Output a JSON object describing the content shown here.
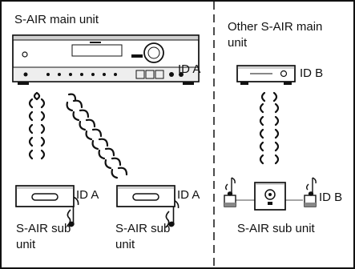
{
  "main_panel": {
    "title": "S-AIR main unit",
    "main_unit_id": "ID A",
    "sub_units": [
      {
        "id_label": "ID A",
        "caption_line1": "S-AIR sub",
        "caption_line2": "unit"
      },
      {
        "id_label": "ID A",
        "caption_line1": "S-AIR sub",
        "caption_line2": "unit"
      }
    ]
  },
  "other_panel": {
    "title_line1": "Other S-AIR main",
    "title_line2": "unit",
    "main_unit_id": "ID B",
    "sub_unit_id": "ID B",
    "caption": "S-AIR sub unit"
  },
  "icons": [
    "receiver-icon",
    "compact-main-unit-icon",
    "sub-unit-icon",
    "music-note-icon",
    "speaker-icon",
    "wireless-signal-icon"
  ]
}
